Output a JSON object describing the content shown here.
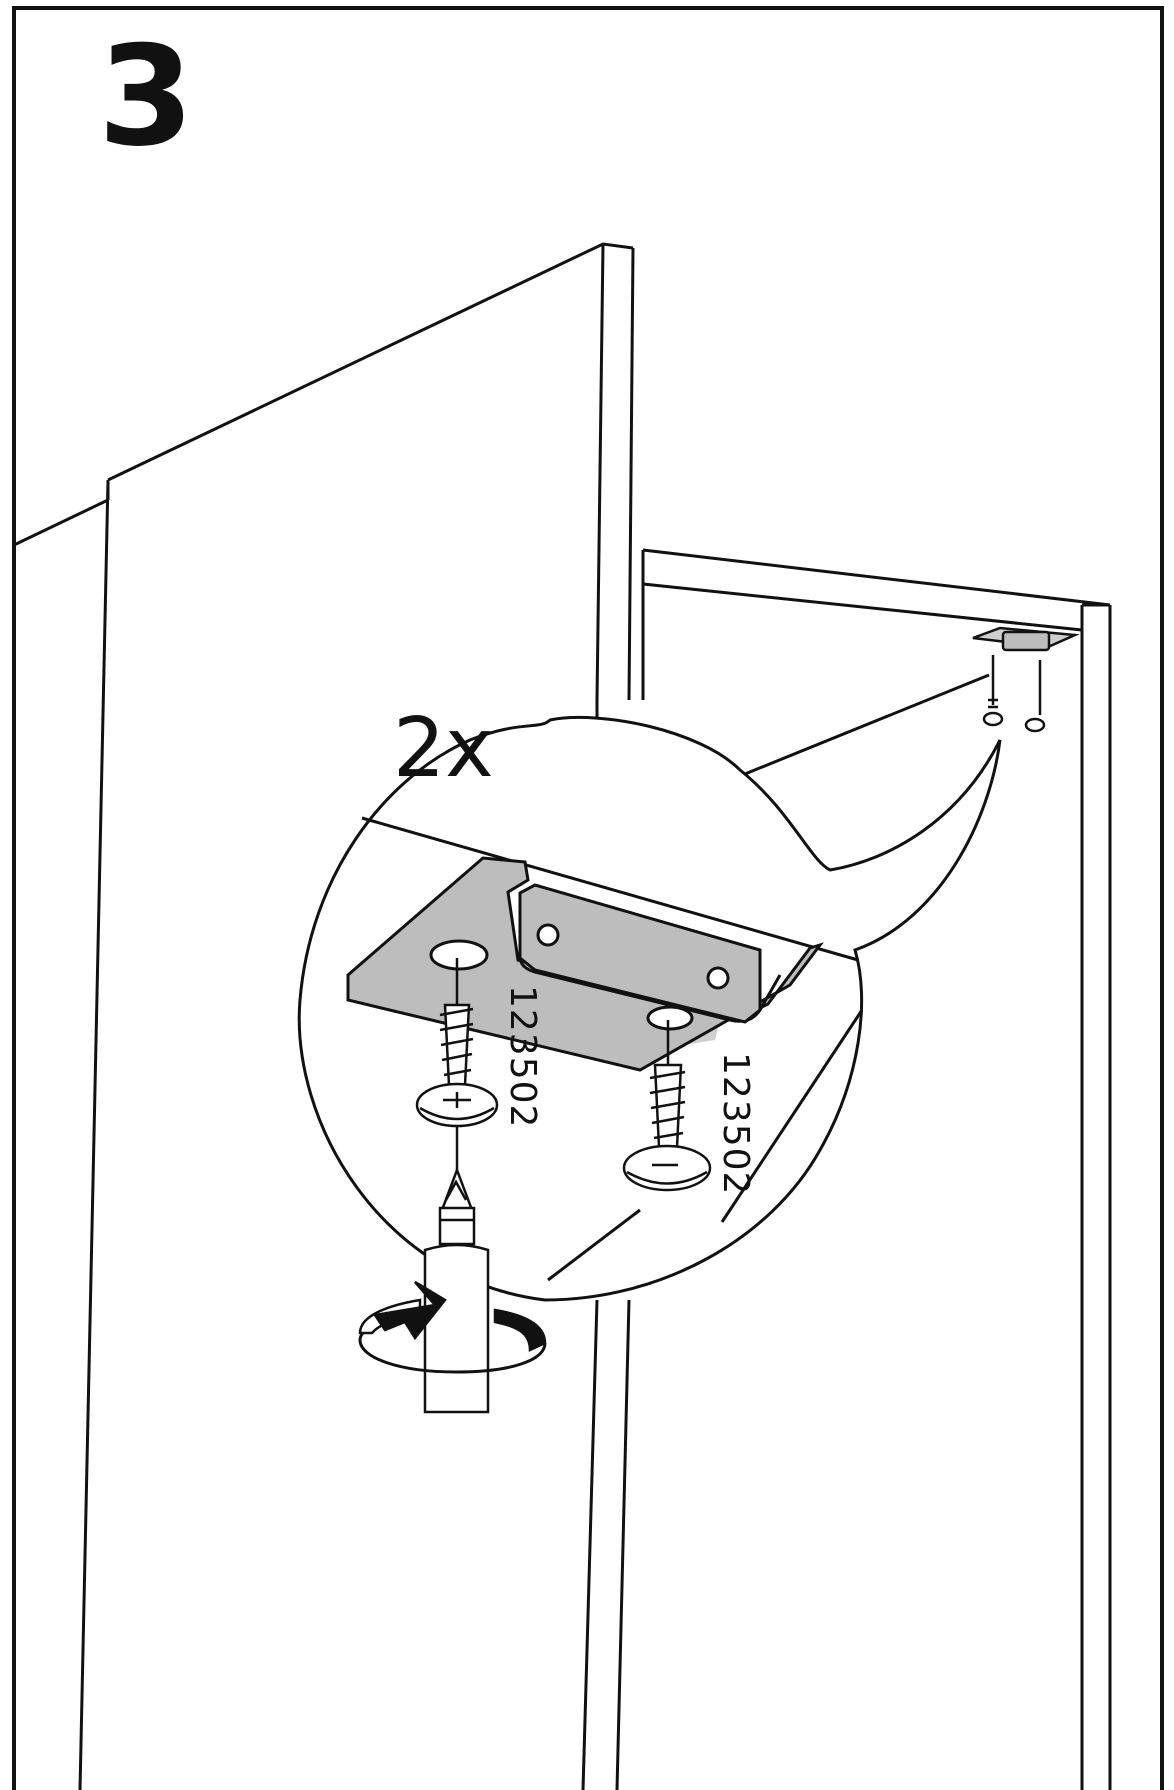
{
  "step": {
    "number": "3"
  },
  "detail": {
    "quantity": "2x"
  },
  "parts": [
    {
      "code": "123502"
    },
    {
      "code": "123502"
    }
  ],
  "colors": {
    "line": "#111111",
    "bracket_fill": "#bdbdbd",
    "shadow_fill": "#cfcfcf",
    "background": "#ffffff"
  },
  "icons": {
    "rotation": "clockwise-rotation-arrow-icon",
    "screwdriver": "screwdriver-icon",
    "screw": "screw-icon"
  }
}
